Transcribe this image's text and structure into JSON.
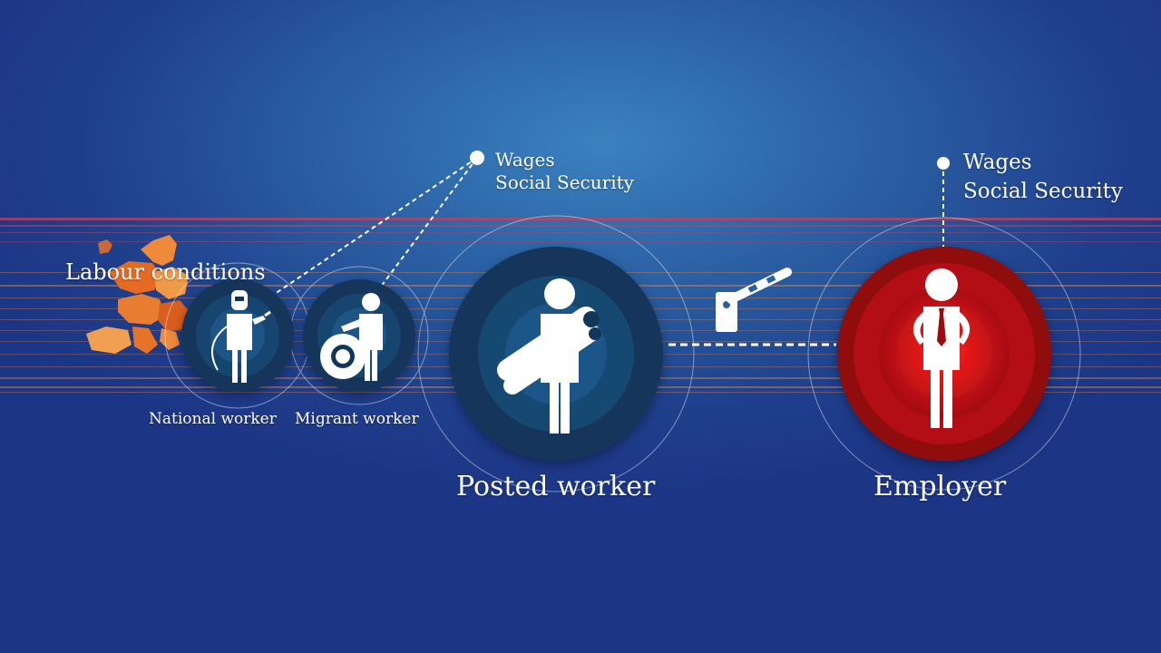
{
  "labels": {
    "labour_conditions": "Labour conditions",
    "national_worker": "National worker",
    "migrant_worker": "Migrant worker",
    "posted_worker": "Posted worker",
    "employer": "Employer"
  },
  "callout_worker": {
    "line1": "Wages",
    "line2": "Social Security"
  },
  "callout_employer": {
    "line1": "Wages",
    "line2": "Social Security"
  },
  "icons": {
    "national_worker": "welder-icon",
    "migrant_worker": "worker-with-tire-icon",
    "posted_worker": "worker-carrying-pipes-icon",
    "employer": "businessman-icon",
    "barrier": "boom-barrier-icon",
    "map": "europe-map-icon"
  },
  "colors": {
    "background": "#2a5fa3",
    "worker_circle": "#12365a",
    "employer_circle": "#b30f14",
    "employer_glow": "#ff2a2a",
    "stripes_red": "#c8415a",
    "stripes_orange": "#d9874a",
    "map": "#e8702a"
  }
}
